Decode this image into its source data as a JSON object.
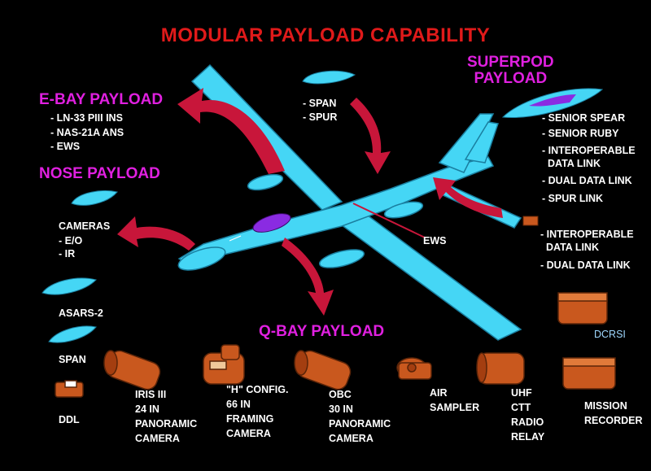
{
  "title": "MODULAR PAYLOAD CAPABILITY",
  "colors": {
    "title": "#e01a1a",
    "headers": "#e020e0",
    "aircraft": "#45d6f5",
    "arrows": "#c8163a",
    "modules": "#c9581e"
  },
  "superpod": {
    "header": "SUPERPOD\nPAYLOAD",
    "items": [
      "- SENIOR SPEAR",
      "- SENIOR RUBY",
      "- INTEROPERABLE\n  DATA LINK",
      "- DUAL DATA LINK",
      "- SPUR LINK"
    ]
  },
  "ebay": {
    "header": "E-BAY PAYLOAD",
    "items": [
      "- LN-33 PIII INS",
      "- NAS-21A ANS",
      "- EWS"
    ]
  },
  "nose": {
    "header": "NOSE PAYLOAD",
    "cameras_label": "CAMERAS",
    "camera_items": [
      "- E/O",
      "- IR"
    ],
    "asars": "ASARS-2",
    "span": "SPAN"
  },
  "top_pod": {
    "items": [
      "- SPAN",
      "- SPUR"
    ]
  },
  "ews_label": "EWS",
  "right_pod": {
    "items": [
      "- INTEROPERABLE\n  DATA LINK",
      "- DUAL DATA LINK"
    ]
  },
  "qbay": {
    "header": "Q-BAY PAYLOAD",
    "dcrsi": "DCRSI",
    "modules": [
      {
        "label": "DDL"
      },
      {
        "label": "IRIS III\n24 IN\nPANORAMIC\nCAMERA"
      },
      {
        "label": "\"H\" CONFIG.\n66 IN\nFRAMING\nCAMERA"
      },
      {
        "label": "OBC\n30 IN\nPANORAMIC\nCAMERA"
      },
      {
        "label": "AIR\nSAMPLER"
      },
      {
        "label": "UHF\nCTT\nRADIO\nRELAY"
      },
      {
        "label": "MISSION\nRECORDER"
      }
    ]
  }
}
